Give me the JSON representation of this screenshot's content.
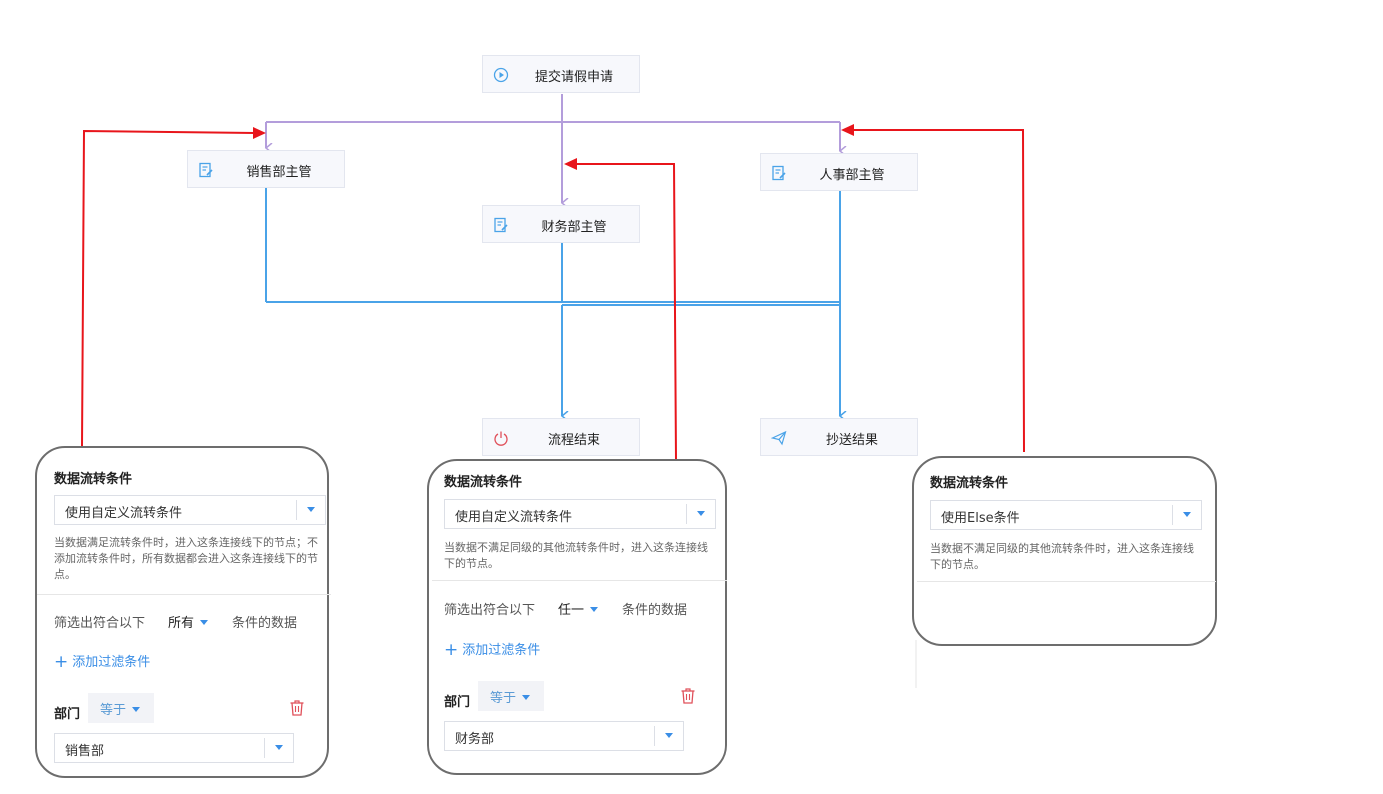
{
  "nodes": {
    "submit": {
      "label": "提交请假申请",
      "icon": "play-circle-icon"
    },
    "sales": {
      "label": "销售部主管",
      "icon": "form-icon"
    },
    "finance": {
      "label": "财务部主管",
      "icon": "form-icon"
    },
    "hr": {
      "label": "人事部主管",
      "icon": "form-icon"
    },
    "end": {
      "label": "流程结束",
      "icon": "power-icon"
    },
    "cc": {
      "label": "抄送结果",
      "icon": "paper-plane-icon"
    }
  },
  "colors": {
    "branch_line": "#b39ddb",
    "flow_line": "#4aa3e8",
    "annotation_arrow": "#e8151b",
    "accent": "#3a8ee6",
    "danger": "#e0505a"
  },
  "panels": [
    {
      "title": "数据流转条件",
      "mode": "使用自定义流转条件",
      "description": "当数据满足流转条件时，进入这条连接线下的节点；不添加流转条件时，所有数据都会进入这条连接线下的节点。",
      "filter_prefix": "筛选出符合以下",
      "filter_mode": "所有",
      "filter_suffix": "条件的数据",
      "add_filter": "添加过滤条件",
      "field": "部门",
      "operator": "等于",
      "value": "销售部"
    },
    {
      "title": "数据流转条件",
      "mode": "使用自定义流转条件",
      "description": "当数据不满足同级的其他流转条件时，进入这条连接线下的节点。",
      "filter_prefix": "筛选出符合以下",
      "filter_mode": "任一",
      "filter_suffix": "条件的数据",
      "add_filter": "添加过滤条件",
      "field": "部门",
      "operator": "等于",
      "value": "财务部"
    },
    {
      "title": "数据流转条件",
      "mode": "使用Else条件",
      "description": "当数据不满足同级的其他流转条件时，进入这条连接线下的节点。"
    }
  ]
}
